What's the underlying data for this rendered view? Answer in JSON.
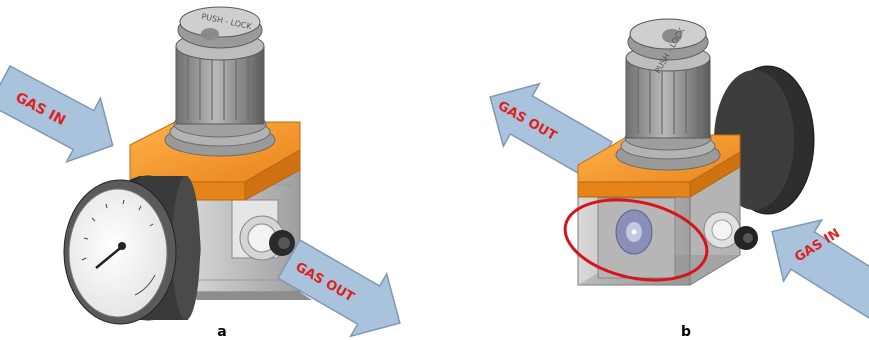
{
  "panels": [
    {
      "label": "a",
      "inlet_text": "GAS IN",
      "outlet_text": "GAS OUT",
      "knob_text": "PUSH - LOCK"
    },
    {
      "label": "b",
      "inlet_text": "GAS IN",
      "outlet_text": "GAS OUT",
      "knob_text": "PUSH - LOCK"
    }
  ],
  "colors": {
    "arrow_fill": "#a9c3dc",
    "arrow_stroke": "#7f98b3",
    "arrow_text": "#e0201c",
    "body_orange": "#f39a2c",
    "body_grey": "#c9c9c9",
    "knob_grey": "#8f8f8f",
    "gauge_dark": "#3a3a3a",
    "highlight_ellipse": "#d8141b"
  }
}
